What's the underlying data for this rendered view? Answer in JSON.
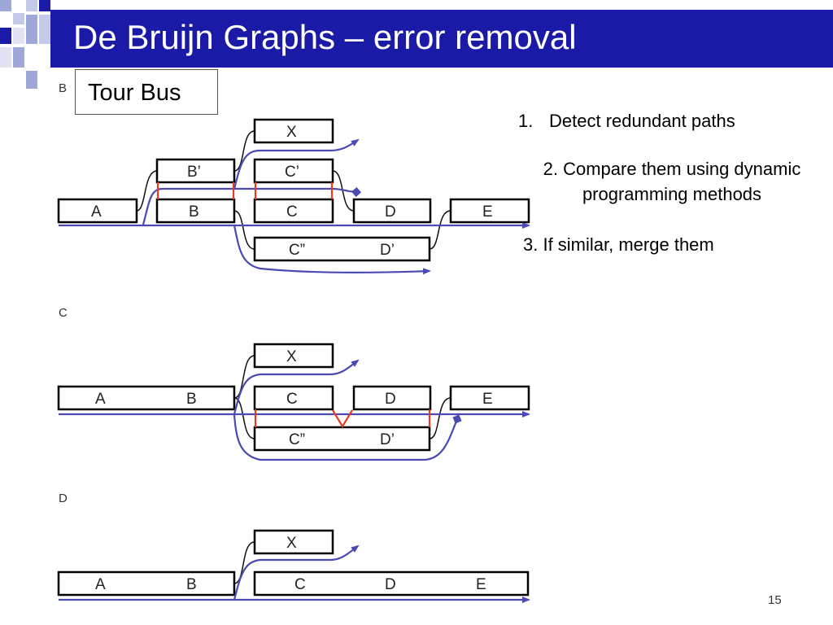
{
  "slide": {
    "title": "De Bruijn Graphs – error removal",
    "callout": "Tour Bus",
    "page_number": "15"
  },
  "steps": {
    "s1_num": "1.",
    "s1_text": "Detect redundant paths",
    "s2_text": "2. Compare them using dynamic programming methods",
    "s3_text": "3. If similar, merge them"
  },
  "panels": {
    "b": {
      "label": "B",
      "nodes": {
        "a": "A",
        "b": "B",
        "c": "C",
        "d": "D",
        "e": "E",
        "x": "X",
        "b_prime": "B’",
        "c_prime": "C’",
        "c_dprime": "C”",
        "d_prime": "D’"
      }
    },
    "c": {
      "label": "C",
      "nodes": {
        "a": "A",
        "b": "B",
        "c": "C",
        "d": "D",
        "e": "E",
        "x": "X",
        "c_dprime": "C”",
        "d_prime": "D’"
      }
    },
    "d": {
      "label": "D",
      "nodes": {
        "a": "A",
        "b": "B",
        "c": "C",
        "d": "D",
        "e": "E",
        "x": "X"
      }
    }
  },
  "colors": {
    "title_bar": "#1a1aa6",
    "path": "#4a4ab2",
    "marker": "#e83a20"
  }
}
